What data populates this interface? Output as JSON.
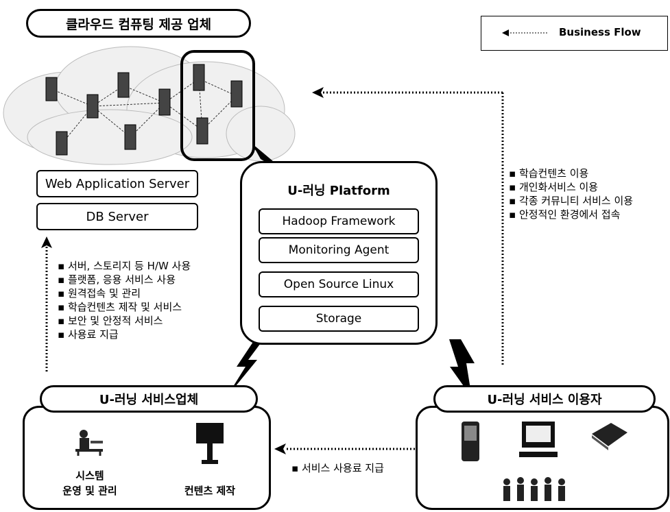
{
  "provider_title": "클라우드 컴퓨팅 제공 업체",
  "legend": {
    "arrow": "‹·········",
    "label": "Business Flow"
  },
  "servers": {
    "web": "Web Application Server",
    "db": "DB Server"
  },
  "platform": {
    "title": "U-러닝 Platform",
    "layers": [
      "Hadoop Framework",
      "Monitoring Agent",
      "Open Source Linux",
      "Storage"
    ]
  },
  "provider_services": [
    "서버, 스토리지 등 H/W 사용",
    "플랫폼, 응용 서비스 사용",
    "원격접속 및 관리",
    "학습컨텐츠 제작 및 서비스",
    "보안 및 안정적 서비스",
    "사용료 지급"
  ],
  "user_services": [
    "학습컨텐츠 이용",
    "개인화서비스 이용",
    "각종 커뮤니티 서비스 이용",
    "안정적인 환경에서 접속"
  ],
  "company": {
    "title": "U-러닝 서비스업체",
    "items": [
      {
        "icon": "operator-icon",
        "label_lines": [
          "시스템",
          "운영 및 관리"
        ]
      },
      {
        "icon": "content-creation-icon",
        "label_lines": [
          "컨텐츠 제작"
        ]
      }
    ]
  },
  "users": {
    "title": "U-러닝 서비스 이용자",
    "devices": [
      "pda-icon",
      "desktop-computer-icon",
      "laptop-icon",
      "users-group-icon"
    ]
  },
  "fee_label": "서비스 사용료 지급"
}
